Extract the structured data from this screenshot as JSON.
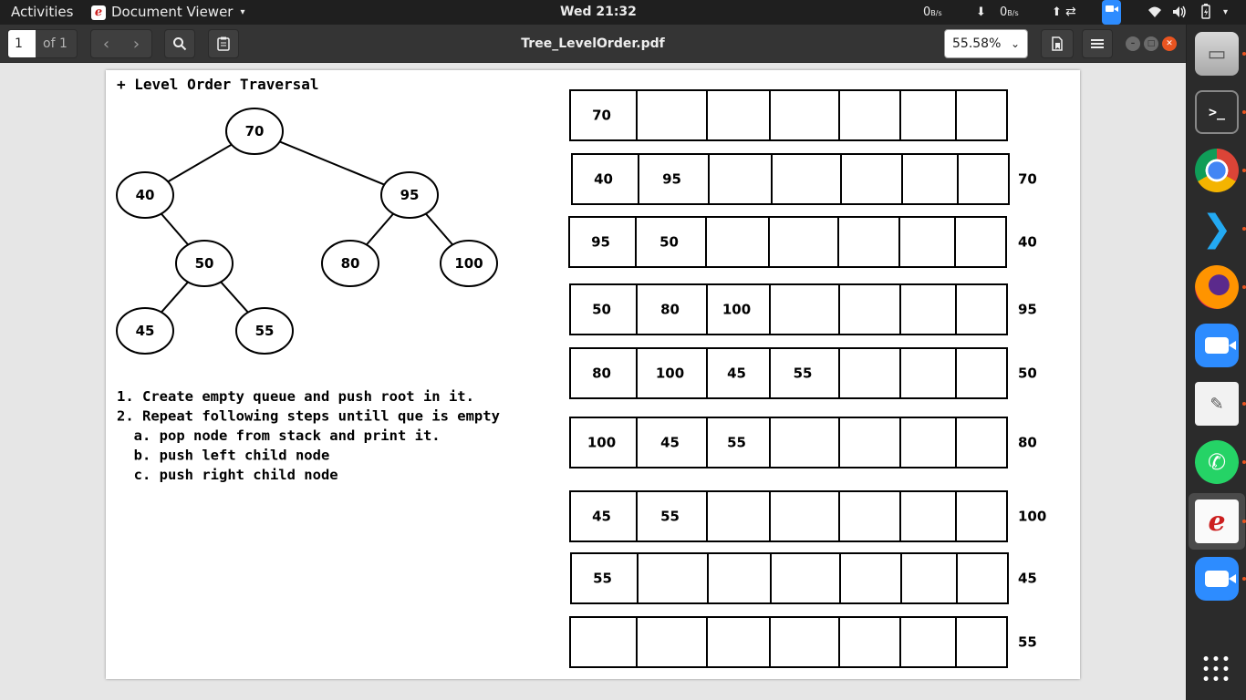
{
  "topbar": {
    "activities": "Activities",
    "app_name": "Document Viewer",
    "app_caret": "▾",
    "clock": "Wed 21:32",
    "net_down": "0",
    "net_down_unit": "B/s",
    "net_up": "0",
    "net_up_unit": "B/s",
    "down_arrow": "⬇",
    "up_arrow": "⬆",
    "swap_icon": "⇄",
    "wifi_icon": "wifi-icon",
    "volume_icon": "volume-icon",
    "battery_icon": "battery-icon"
  },
  "headerbar": {
    "page_number": "1",
    "page_of": "of 1",
    "prev_icon": "‹",
    "next_icon": "›",
    "title": "Tree_LevelOrder.pdf",
    "zoom": "55.58%"
  },
  "document": {
    "heading": "+ Level Order Traversal",
    "tree": {
      "nodes": [
        {
          "id": "70",
          "label": "70"
        },
        {
          "id": "40",
          "label": "40"
        },
        {
          "id": "95",
          "label": "95"
        },
        {
          "id": "50",
          "label": "50"
        },
        {
          "id": "80",
          "label": "80"
        },
        {
          "id": "100",
          "label": "100"
        },
        {
          "id": "45",
          "label": "45"
        },
        {
          "id": "55",
          "label": "55"
        }
      ],
      "edges": [
        [
          "70",
          "40"
        ],
        [
          "70",
          "95"
        ],
        [
          "40",
          "50"
        ],
        [
          "95",
          "80"
        ],
        [
          "95",
          "100"
        ],
        [
          "50",
          "45"
        ],
        [
          "50",
          "55"
        ]
      ]
    },
    "steps": [
      "1. Create empty queue and push root in it.",
      "2. Repeat following steps untill que is empty",
      "  a. pop node from stack and print it.",
      "  b. push left child node",
      "  c. push right child node"
    ],
    "queue_rows": [
      {
        "cells": [
          "70",
          "",
          "",
          "",
          "",
          "",
          ""
        ],
        "popped": ""
      },
      {
        "cells": [
          "40",
          "95",
          "",
          "",
          "",
          "",
          ""
        ],
        "popped": "70"
      },
      {
        "cells": [
          "95",
          "50",
          "",
          "",
          "",
          "",
          ""
        ],
        "popped": "40"
      },
      {
        "cells": [
          "50",
          "80",
          "100",
          "",
          "",
          "",
          ""
        ],
        "popped": "95"
      },
      {
        "cells": [
          "80",
          "100",
          "45",
          "55",
          "",
          "",
          ""
        ],
        "popped": "50"
      },
      {
        "cells": [
          "100",
          "45",
          "55",
          "",
          "",
          "",
          ""
        ],
        "popped": "80"
      },
      {
        "cells": [
          "45",
          "55",
          "",
          "",
          "",
          "",
          ""
        ],
        "popped": "100"
      },
      {
        "cells": [
          "55",
          "",
          "",
          "",
          "",
          "",
          ""
        ],
        "popped": "45"
      },
      {
        "cells": [
          "",
          "",
          "",
          "",
          "",
          "",
          ""
        ],
        "popped": "55"
      }
    ]
  },
  "dock": {
    "items": [
      "files-icon",
      "terminal-icon",
      "chrome-icon",
      "vscode-icon",
      "firefox-icon",
      "zoom-icon",
      "text-editor-icon",
      "whatsapp-icon",
      "document-viewer-icon",
      "zoom-icon",
      "show-apps-icon"
    ]
  },
  "colors": {
    "topbar_bg": "#1f1f1f",
    "headerbar_bg": "#343434",
    "close_button": "#e95420",
    "page_bg": "#ffffff",
    "dock_bg": "#2b2b2b"
  }
}
